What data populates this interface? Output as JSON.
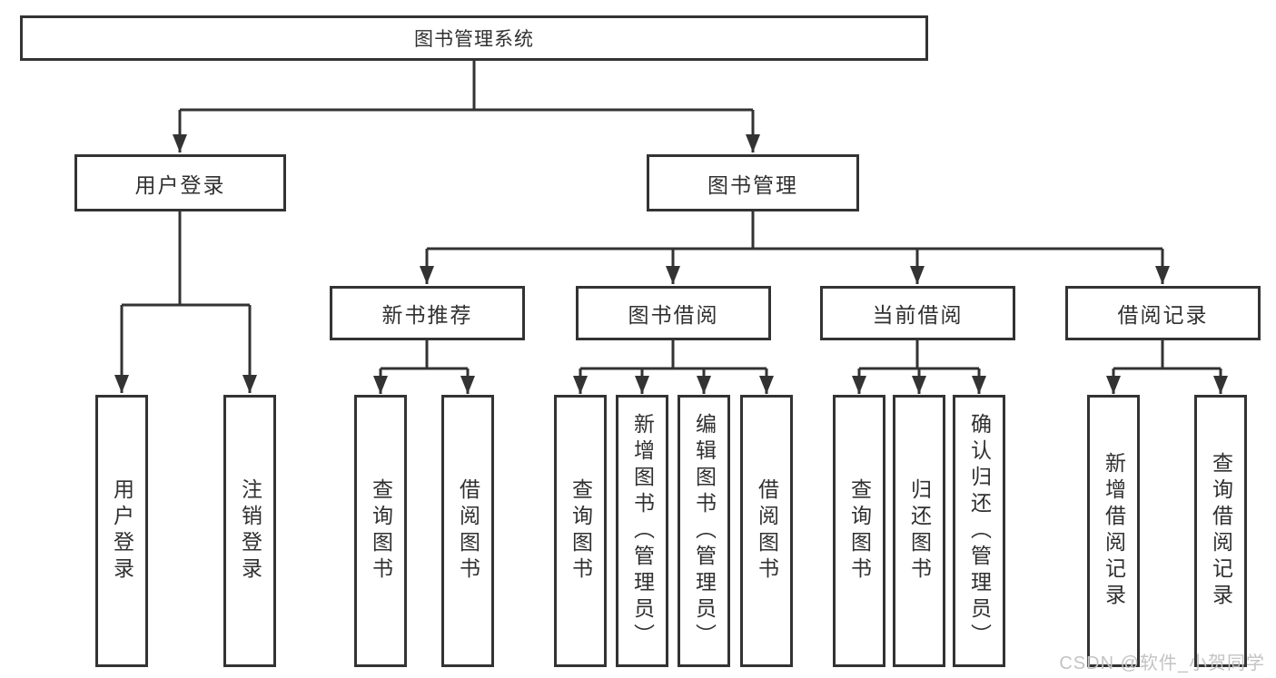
{
  "diagram": {
    "root": {
      "label": "图书管理系统"
    },
    "level2": [
      {
        "label": "用户登录"
      },
      {
        "label": "图书管理"
      }
    ],
    "level3": [
      {
        "label": "新书推荐"
      },
      {
        "label": "图书借阅"
      },
      {
        "label": "当前借阅"
      },
      {
        "label": "借阅记录"
      }
    ],
    "leaves": {
      "user_login": [
        {
          "label": "用户登录"
        },
        {
          "label": "注销登录"
        }
      ],
      "new_book": [
        {
          "label": "查询图书"
        },
        {
          "label": "借阅图书"
        }
      ],
      "book_borrow": [
        {
          "label": "查询图书"
        },
        {
          "label": "新增图书（管理员）"
        },
        {
          "label": "编辑图书（管理员）"
        },
        {
          "label": "借阅图书"
        }
      ],
      "current_borrow": [
        {
          "label": "查询图书"
        },
        {
          "label": "归还图书"
        },
        {
          "label": "确认归还（管理员）"
        }
      ],
      "borrow_record": [
        {
          "label": "新增借阅记录"
        },
        {
          "label": "查询借阅记录"
        }
      ]
    }
  },
  "watermark": {
    "text": "CSDN @软件_小贺同学"
  },
  "colors": {
    "line": "#333333",
    "box_background": "#ffffff",
    "text": "#303030",
    "watermark": "#c3c3c3"
  }
}
